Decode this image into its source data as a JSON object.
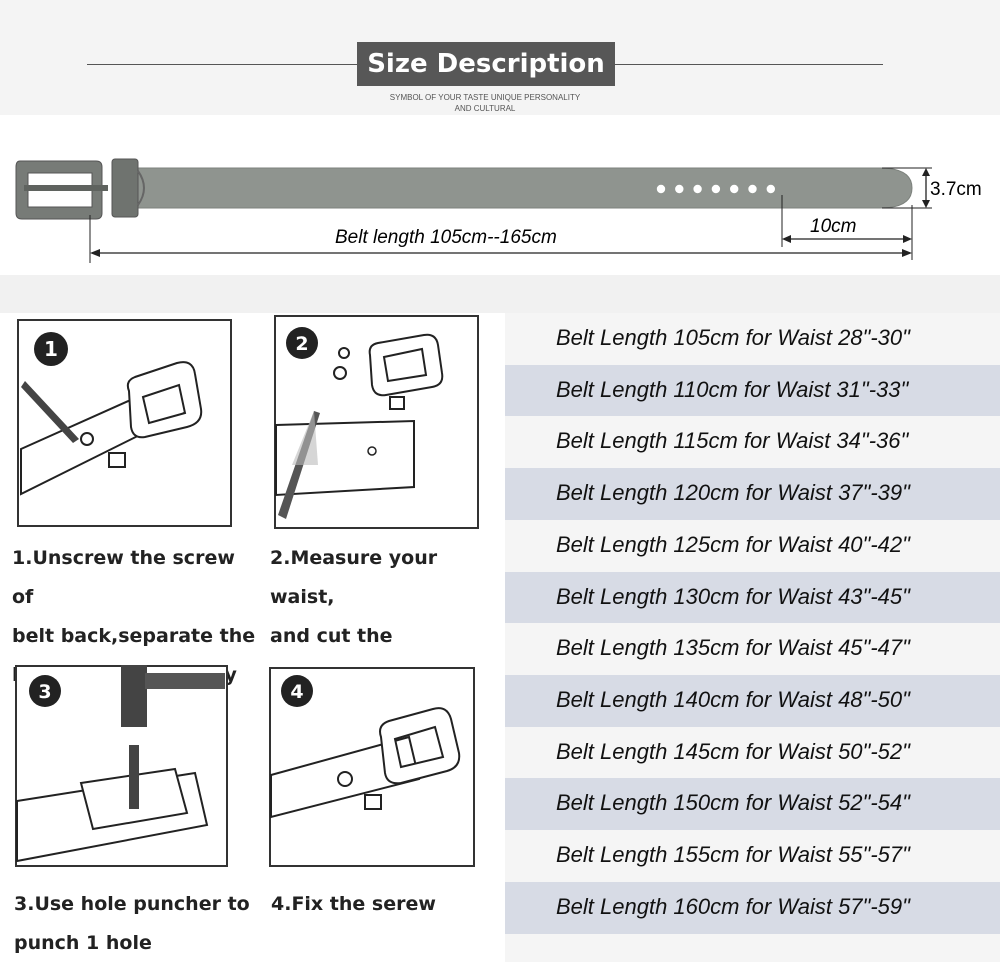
{
  "header": {
    "title": "Size Description",
    "subtitle_line1": "SYMBOL OF YOUR TASTE UNIQUE PERSONALITY",
    "subtitle_line2": "AND CULTURAL"
  },
  "belt_diagram": {
    "length_label": "Belt length  105cm--165cm",
    "width_label": "3.7cm",
    "tip_label": "10cm",
    "hole_count": 7,
    "colors": {
      "belt": "#8f948f",
      "buckle": "#777b77",
      "line": "#222222"
    }
  },
  "steps": [
    {
      "number": "1",
      "caption": "1.Unscrew the screw of\nbelt back,separate the\nbuckle and belt body"
    },
    {
      "number": "2",
      "caption": "2.Measure your waist,\nand cut the redundant"
    },
    {
      "number": "3",
      "caption": "3.Use hole puncher to\npunch 1 hole"
    },
    {
      "number": "4",
      "caption": "4.Fix the serew"
    }
  ],
  "size_table": {
    "rows": [
      "Belt Length 105cm for Waist 28\"-30\"",
      "Belt Length 110cm for Waist 31\"-33\"",
      "Belt Length 115cm for Waist 34\"-36\"",
      "Belt Length 120cm for Waist 37\"-39\"",
      "Belt Length 125cm for Waist 40\"-42\"",
      "Belt Length 130cm for Waist 43\"-45\"",
      "Belt Length 135cm for Waist 45\"-47\"",
      "Belt Length 140cm for Waist 48\"-50\"",
      "Belt Length 145cm for Waist 50\"-52\"",
      "Belt Length 150cm for Waist 52\"-54\"",
      "Belt Length 155cm for Waist 55\"-57\"",
      "Belt Length 160cm for Waist 57\"-59\""
    ],
    "colors": {
      "row_white": "#f5f5f5",
      "row_shade": "#d7dbe5"
    }
  }
}
